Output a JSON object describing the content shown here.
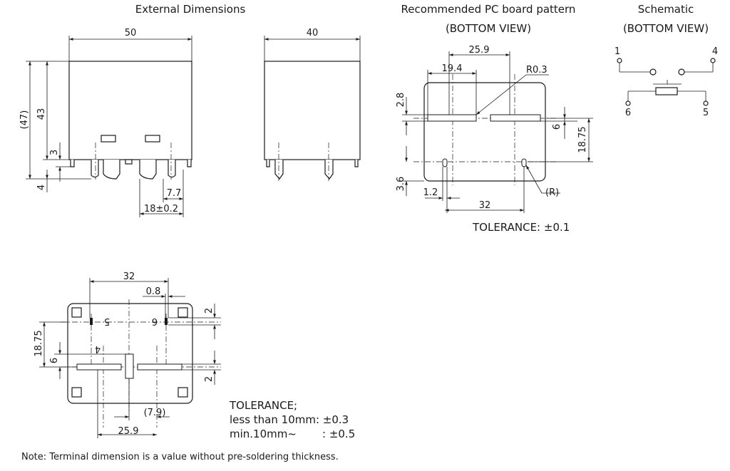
{
  "titles": {
    "external": "External Dimensions",
    "pcb_line1": "Recommended PC board pattern",
    "pcb_line2": "(BOTTOM VIEW)",
    "schematic_line1": "Schematic",
    "schematic_line2": "(BOTTOM VIEW)"
  },
  "front_view": {
    "width": "50",
    "overall_height": "(47)",
    "body_height": "43",
    "standoff": "3",
    "pin_length": "4",
    "pin_offset": "7.7",
    "pin_pitch": "18±0.2"
  },
  "side_view": {
    "width": "40"
  },
  "pcb_pattern": {
    "dim_25_9": "25.9",
    "dim_19_4": "19.4",
    "radius": "R0.3",
    "dim_2_8": "2.8",
    "dim_6": "6",
    "dim_18_75": "18.75",
    "dim_3_6": "3.6",
    "dim_1_2": "1.2",
    "radius_r": "(R)",
    "dim_32": "32",
    "tolerance": "TOLERANCE: ±0.1"
  },
  "schematic": {
    "pins": [
      "1",
      "4",
      "6",
      "5"
    ]
  },
  "bottom_view": {
    "dim_32": "32",
    "dim_0_8": "0.8",
    "dim_2_top": "2",
    "dim_18_75": "18.75",
    "dim_6": "6",
    "dim_2_bottom": "2",
    "dim_7_9": "(7.9)",
    "dim_25_9": "25.9",
    "pin_mark_5": "5",
    "pin_mark_6": "6",
    "pin_mark_4": "4",
    "tolerance_title": "TOLERANCE;",
    "tolerance_line1": "less than 10mm: ±0.3",
    "tolerance_line2_label": "min.10mm~",
    "tolerance_line2_value": ": ±0.5"
  },
  "note": "Note: Terminal dimension is a value without pre-soldering thickness."
}
